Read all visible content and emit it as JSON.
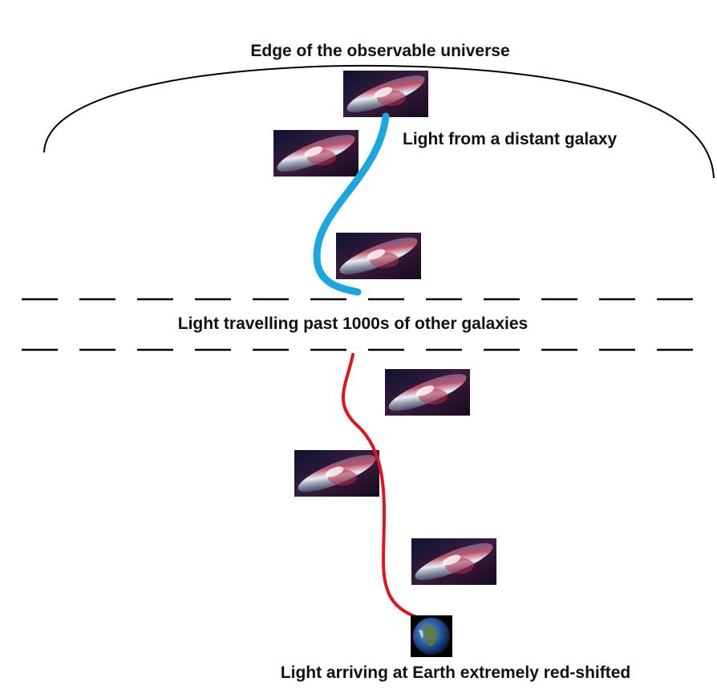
{
  "labels": {
    "edge": "Edge of the observable universe",
    "source": "Light from a distant galaxy",
    "middle": "Light travelling past 1000s of other galaxies",
    "earth": "Light arriving at Earth extremely red-shifted"
  },
  "colors": {
    "early_light": "#1aa7e0",
    "redshifted_light": "#e0141b",
    "arc": "#000000"
  }
}
